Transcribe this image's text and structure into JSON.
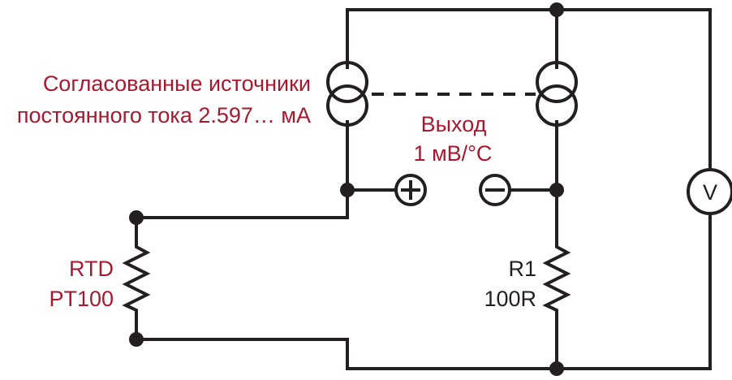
{
  "labels": {
    "current_sources_line1": "Согласованные источники",
    "current_sources_line2": "постоянного тока 2.597… мА",
    "output_line1": "Выход",
    "output_line2": "1 мВ/°C",
    "rtd_line1": "RTD",
    "rtd_line2": "PT100",
    "r1_line1": "R1",
    "r1_line2": "100R",
    "voltmeter_symbol": "V",
    "plus_terminal": "+",
    "minus_terminal": "−"
  },
  "colors": {
    "label_accent": "#a6192e",
    "wire": "#231f20"
  }
}
